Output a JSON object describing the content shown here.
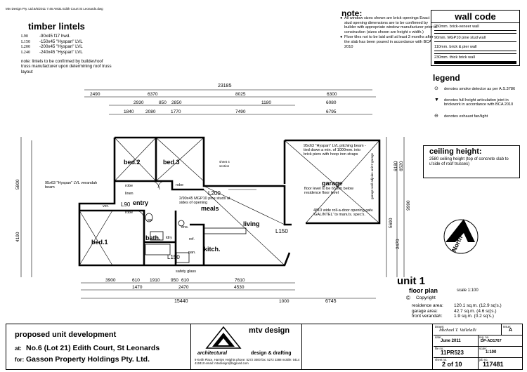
{
  "header": {
    "file_info": "Mtv Design Pty. Ltd.6/6/2011 7:46 AM31 Edith Court St Leonards.dwg"
  },
  "timber_lintels": {
    "title": "timber lintels",
    "items": [
      {
        "code": "L90",
        "desc": "-90x45 f17 hwd."
      },
      {
        "code": "L150",
        "desc": "-150x45 \"Hyspan\" LVL"
      },
      {
        "code": "L200",
        "desc": "-200x45 \"Hyspan\" LVL"
      },
      {
        "code": "L240",
        "desc": "-240x45 \"Hyspan\" LVL"
      }
    ],
    "note": "note: lintels to be confirmed by builder/roof truss manufacturer upon determining roof truss layout"
  },
  "note": {
    "title": "note:",
    "items": [
      "All window sizes shown are brick openings Exact stud opening dimensions are to be confirmed by builder with appropriate window manufacturer prior to construction (sizes shown are height x width.)",
      "Floor tiles not to be laid until at least 3 months after the slab has been poured in accordance with BCA 2010"
    ]
  },
  "wall_code": {
    "title": "wall code",
    "rows": [
      "250mm. brick-veneer wall",
      "90mm. MGP10 pine stud wall",
      "110mm. brick & pier wall",
      "230mm. thick brick wall"
    ]
  },
  "legend": {
    "title": "legend",
    "items": [
      {
        "icon": "smoke-detector-icon",
        "symbol": "⊙",
        "text": "denotes smoke detector as per A.S.3786"
      },
      {
        "icon": "articulation-joint-icon",
        "symbol": "▼",
        "text": "denotes full height articulation joint in brickwork in accordance with BCA 2010"
      },
      {
        "icon": "exhaust-fan-icon",
        "symbol": "⊖",
        "text": "denotes exhaust fan/light"
      }
    ]
  },
  "ceiling": {
    "title": "ceiling height:",
    "text": "2580 ceiling height (top of concrete slab to u'side of roof trusses)"
  },
  "plan": {
    "rooms": {
      "bed2": "bed.2",
      "bed3": "bed.3",
      "bed1": "bed.1",
      "entry": "entry",
      "meals": "meals",
      "living": "living",
      "kitchen": "kitch.",
      "bath": "bath.",
      "garage": "garage",
      "robe1": "robe",
      "robe2": "robe",
      "robe3": "robe",
      "linen": "linen",
      "wc": "wc",
      "ldry": "ldry",
      "ens": "ens.",
      "ref": "ref.",
      "pan": "pan.",
      "ver": "ver."
    },
    "dims_top": [
      "23185",
      "2490",
      "6370",
      "8025",
      "6300",
      "2930",
      "850",
      "2850",
      "1180",
      "6080",
      "1840",
      "2080",
      "1770",
      "7490",
      "6795"
    ],
    "dims_bottom": [
      "3900",
      "610",
      "1910",
      "950",
      "610",
      "7610",
      "1470",
      "2470",
      "4530",
      "15440",
      "6745",
      "1000"
    ],
    "dims_right": [
      "6180",
      "6520",
      "9990",
      "5690",
      "2470"
    ],
    "dims_left": [
      "5800",
      "4190"
    ],
    "labels": {
      "north": "North",
      "lintel_meals": "L200",
      "lintel_living": "L150",
      "lintel_veranda": "L90",
      "lintel_kitchen": "L150",
      "pine_studs": "2/90x45 MGP10 pine studs at sides of opening",
      "verandah_beam": "95x63 \"Hyspan\" LVL verandah beam",
      "garage_beam": "95x63 \"Hyspan\" LVL pitching beam - tied down a min. of 1000mm. into brick piers with hoop iron straps",
      "garage_floor": "floor level to be 65mm below residence floor level",
      "garage_door": "4810 wide roll-a-door opening galv. 'GALINTEL' to manu's. spec's.",
      "safety_glass": "safety glass",
      "sheet_section": "sheet 4 section",
      "garage_wall": "garage wall adjoins unit 2 garage"
    }
  },
  "unit": {
    "title": "unit 1",
    "subtitle": "floor plan",
    "scale": "scale 1:100",
    "copyright": "Copyright",
    "areas": [
      {
        "label": "residence area:",
        "value": "120.1 sq.m. (12.9 sq's.)"
      },
      {
        "label": "garage area:",
        "value": "42.7 sq.m. (4.6 sq's.)"
      },
      {
        "label": "front verandah:",
        "value": "1.9 sq.m. (0.2 sq's.)"
      }
    ]
  },
  "title_block": {
    "project": "proposed unit development",
    "at_label": "at:",
    "at_value": "No.6 (Lot 21) Edith Court, St Leonards",
    "for_label": "for:",
    "for_value": "Gasson Property Holdings Pty. Ltd.",
    "logo_name": "mtv design",
    "sub_left": "architectural",
    "sub_right": "design & drafting",
    "contact": "9 Keith Place, Hamlyn Heights   phone: 5272 3000   fax: 5272 3388 mobile: 0414 410410   email: mtvdesign@bigpond.com",
    "drawn_label": "Drawn:",
    "drawn_value": "Michael T. Vallelalli",
    "issue_label": "Issue:",
    "issue_value": "A",
    "date_label": "date:",
    "date_value": "June 2011",
    "reg_label": "reg. no.",
    "reg_value": "DP-AD1767",
    "file_label": "file no.:",
    "file_value": "11PR523",
    "scale_label": "scale:",
    "scale_value": "1:100",
    "sheet_label": "sheet no.",
    "sheet_value": "2 of 10",
    "job_label": "job no.",
    "job_value": "117481"
  }
}
